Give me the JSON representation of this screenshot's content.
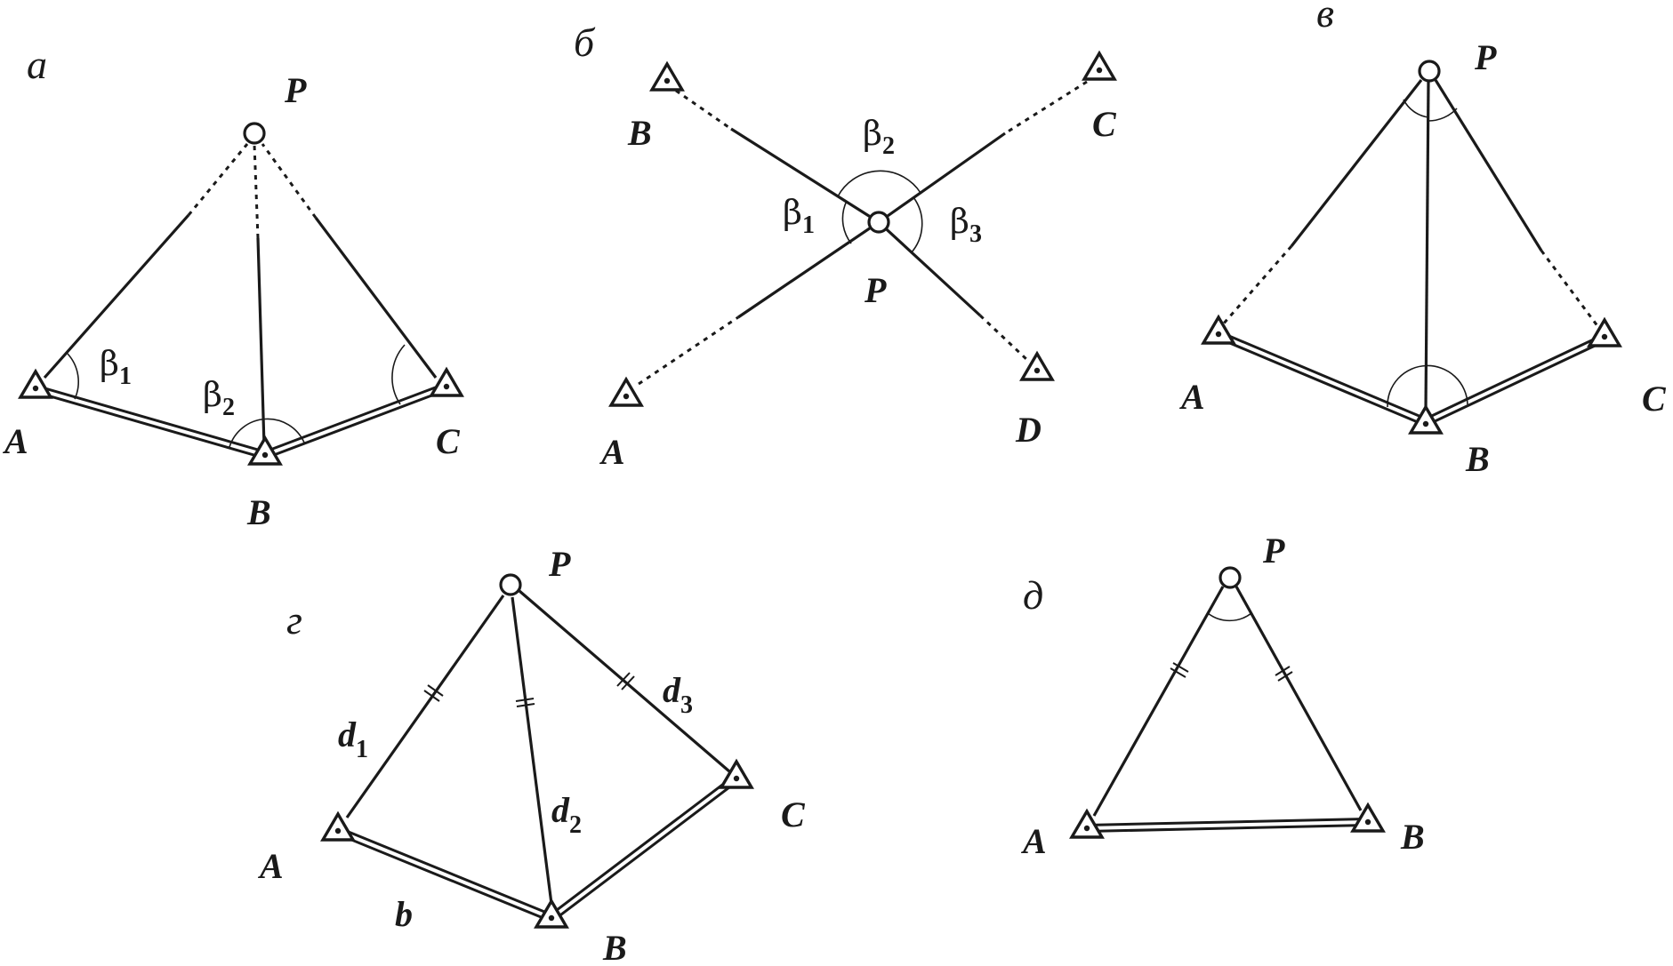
{
  "panels": {
    "a": {
      "letter": "а",
      "points": {
        "P": "P",
        "A": "A",
        "B": "B",
        "C": "C"
      },
      "angles": [
        {
          "sym": "β",
          "sub": "1"
        },
        {
          "sym": "β",
          "sub": "2"
        }
      ]
    },
    "b": {
      "letter": "б",
      "points": {
        "P": "P",
        "A": "A",
        "B": "B",
        "C": "C",
        "D": "D"
      },
      "angles": [
        {
          "sym": "β",
          "sub": "1"
        },
        {
          "sym": "β",
          "sub": "2"
        },
        {
          "sym": "β",
          "sub": "3"
        }
      ]
    },
    "v": {
      "letter": "в",
      "points": {
        "P": "P",
        "A": "A",
        "B": "B",
        "C": "C"
      }
    },
    "g": {
      "letter": "г",
      "points": {
        "P": "P",
        "A": "A",
        "B": "B",
        "C": "C"
      },
      "distances": [
        {
          "sym": "d",
          "sub": "1"
        },
        {
          "sym": "d",
          "sub": "2"
        },
        {
          "sym": "d",
          "sub": "3"
        }
      ],
      "base": "b"
    },
    "d": {
      "letter": "д",
      "points": {
        "P": "P",
        "A": "A",
        "B": "B"
      }
    }
  },
  "colors": {
    "ink": "#1a1a1a",
    "background": "#ffffff"
  }
}
